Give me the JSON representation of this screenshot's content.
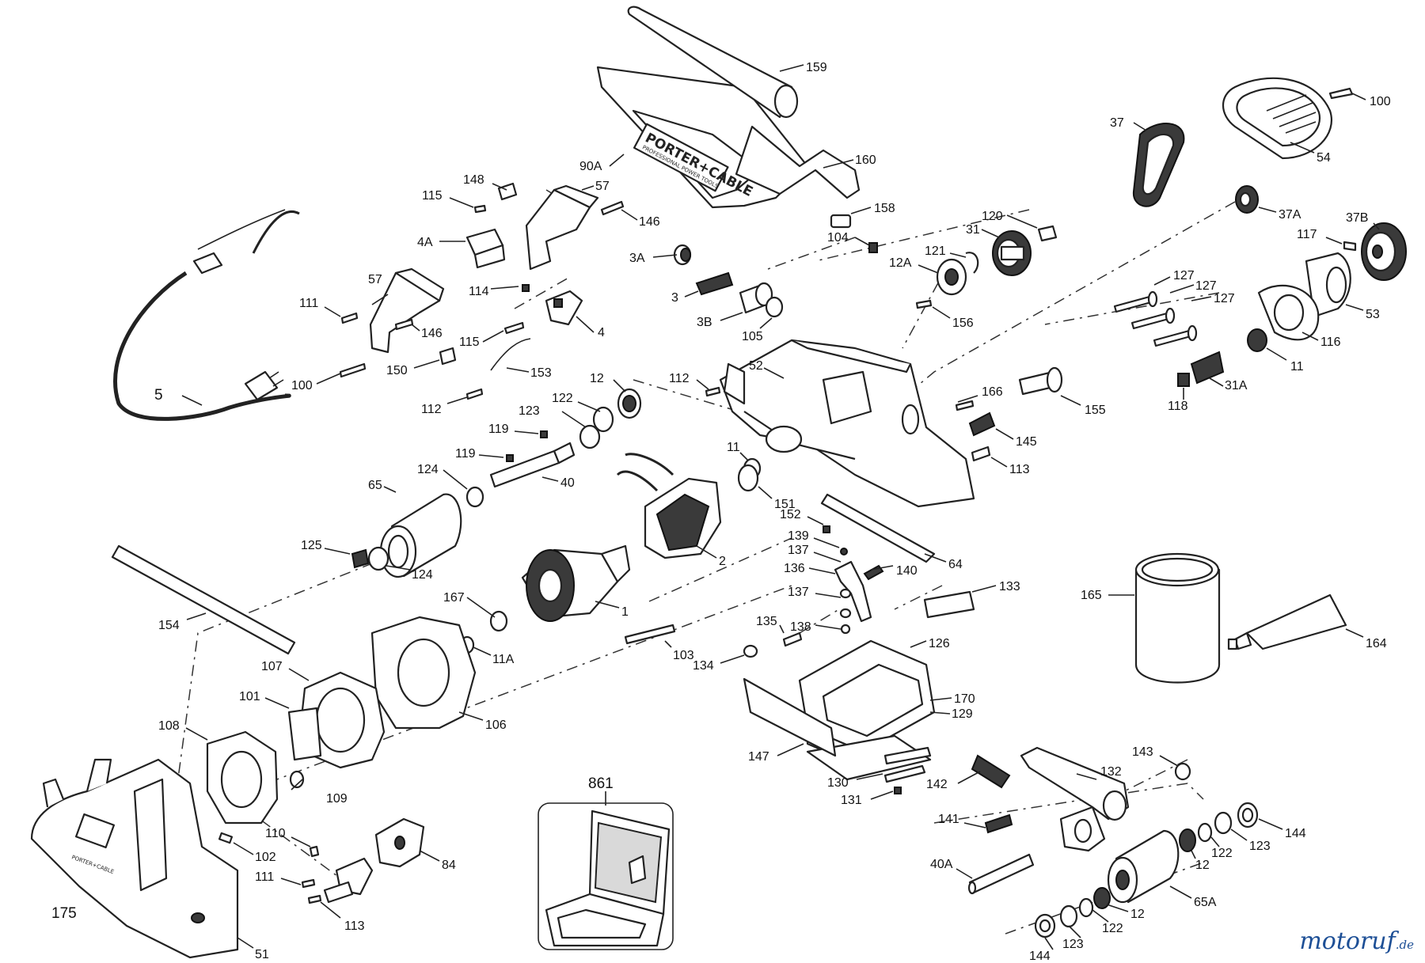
{
  "diagram": {
    "brand_text": "PORTER+CABLE",
    "brand_subtext": "PROFESSIONAL POWER TOOLS",
    "labels": {
      "l159": "159",
      "l160": "160",
      "l90A": "90A",
      "l158": "158",
      "l148": "148",
      "l57a": "57",
      "l115a": "115",
      "l146a": "146",
      "l4A": "4A",
      "l114": "114",
      "l4": "4",
      "l3A": "3A",
      "l3": "3",
      "l3B": "3B",
      "l105": "105",
      "l104": "104",
      "l31": "31",
      "l120": "120",
      "l121": "121",
      "l12A": "12A",
      "l156": "156",
      "l37": "37",
      "l100a": "100",
      "l54": "54",
      "l37A": "37A",
      "l37B": "37B",
      "l117": "117",
      "l127a": "127",
      "l127b": "127",
      "l127c": "127",
      "l53": "53",
      "l116": "116",
      "l11a": "11",
      "l31A": "31A",
      "l118": "118",
      "l57b": "57",
      "l111a": "111",
      "l146b": "146",
      "l100b": "100",
      "l150": "150",
      "l115b": "115",
      "l153": "153",
      "l112a": "112",
      "l5": "5",
      "l52": "52",
      "l112b": "112",
      "l12": "12",
      "l122a": "122",
      "l123a": "123",
      "l119a": "119",
      "l119b": "119",
      "l40": "40",
      "l166": "166",
      "l155": "155",
      "l145": "145",
      "l113a": "113",
      "l11b": "11",
      "l151": "151",
      "l124a": "124",
      "l65": "65",
      "l125": "125",
      "l124b": "124",
      "l2": "2",
      "l152": "152",
      "l64": "64",
      "l139": "139",
      "l137a": "137",
      "l136": "136",
      "l140": "140",
      "l137b": "137",
      "l133": "133",
      "l165": "165",
      "l164": "164",
      "l154": "154",
      "l167": "167",
      "l1": "1",
      "l135": "135",
      "l138": "138",
      "l126": "126",
      "l103": "103",
      "l134": "134",
      "l107": "107",
      "l101": "101",
      "l11A": "11A",
      "l106": "106",
      "l108": "108",
      "l170": "170",
      "l129": "129",
      "l147": "147",
      "l130": "130",
      "l131": "131",
      "l142": "142",
      "l143": "143",
      "l132": "132",
      "l109": "109",
      "l861": "861",
      "l141": "141",
      "l144a": "144",
      "l123b": "123",
      "l122b": "122",
      "l12b": "12",
      "l110": "110",
      "l102": "102",
      "l84": "84",
      "l40A": "40A",
      "l111b": "111",
      "l175": "175",
      "l113b": "113",
      "l65A": "65A",
      "l122c": "122",
      "l12c": "12",
      "l123c": "123",
      "l144b": "144",
      "l51": "51"
    }
  },
  "watermark": {
    "main": "motoruf",
    "tld": ".de"
  }
}
